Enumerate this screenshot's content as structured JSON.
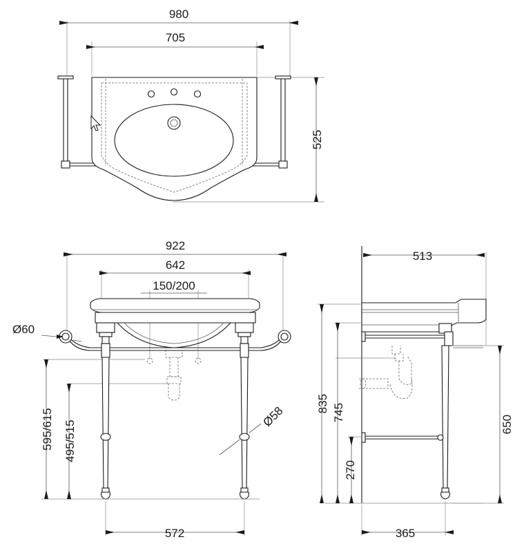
{
  "top_view": {
    "width_overall": "980",
    "width_basin": "705",
    "depth": "525"
  },
  "front_view": {
    "width_overall": "922",
    "width_inner": "642",
    "tap_spacing": "150/200",
    "towel_rail_diameter": "Ø60",
    "leg_diameter": "Ø58",
    "height_rail_1": "595/615",
    "height_rail_2": "495/515",
    "leg_spacing": "572"
  },
  "side_view": {
    "depth": "513",
    "height_top": "835",
    "height_basin": "745",
    "height_shelf": "650",
    "height_low_rail": "270",
    "leg_spacing": "365"
  },
  "icons": {
    "cursor": "mouse-cursor-icon"
  }
}
